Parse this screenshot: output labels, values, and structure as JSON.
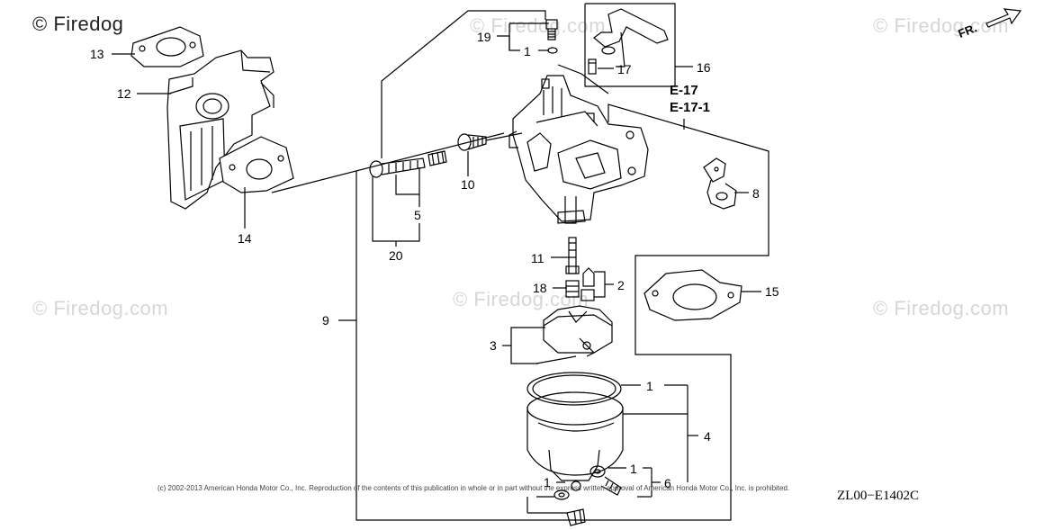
{
  "watermark": {
    "logo_text": "© Firedog",
    "site_text": "© Firedog.com"
  },
  "callouts": {
    "p1": "1",
    "p2": "2",
    "p3": "3",
    "p4": "4",
    "p5": "5",
    "p6": "6",
    "p8": "8",
    "p9": "9",
    "p10": "10",
    "p11": "11",
    "p12": "12",
    "p13": "13",
    "p14": "14",
    "p15": "15",
    "p16": "16",
    "p17": "17",
    "p18": "18",
    "p19": "19",
    "p20": "20"
  },
  "references": {
    "ref_a": "E-17",
    "ref_b": "E-17-1"
  },
  "direction_label": "FR.",
  "copyright": "(c) 2002-2013 American Honda Motor Co., Inc. Reproduction of the contents of this publication in whole or in part without the express written approval of American Honda Motor Co., Inc. is prohibited.",
  "diagram_code": "ZL00−E1402C",
  "colors": {
    "line": "#000000",
    "watermark": "#d6d6d6"
  }
}
